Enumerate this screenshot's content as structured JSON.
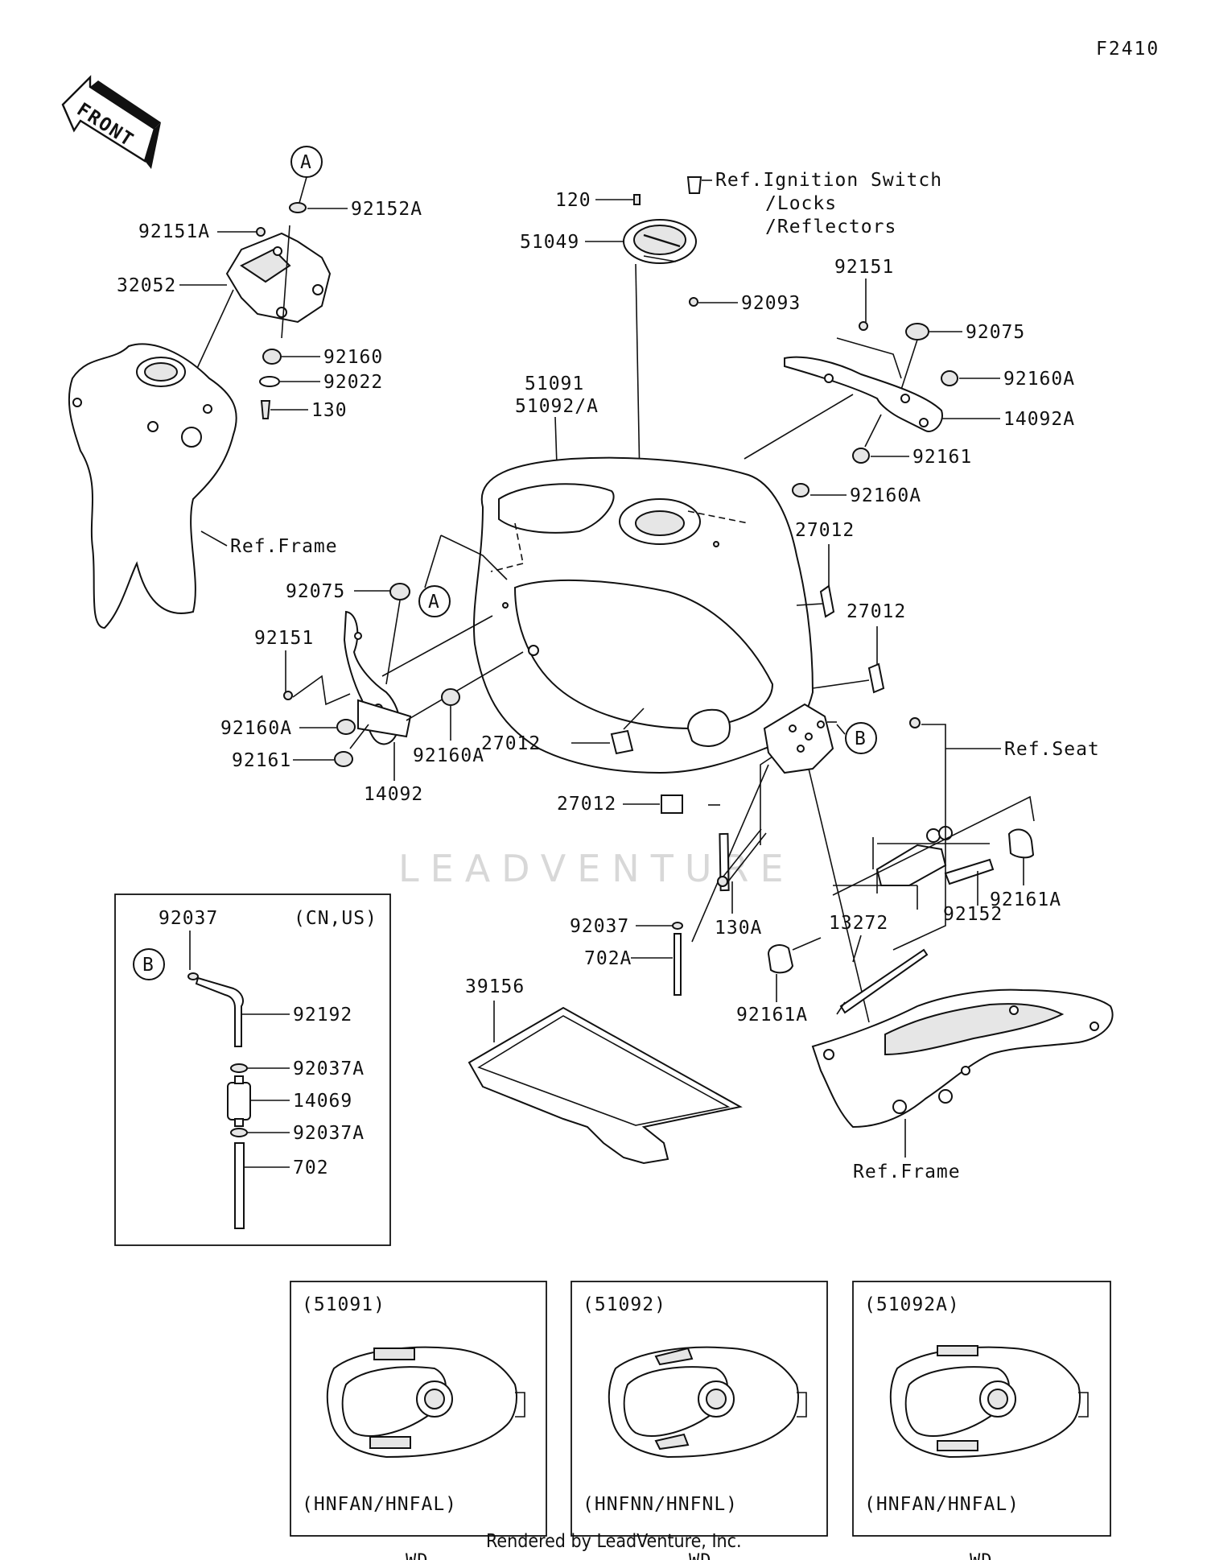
{
  "code": "F2410",
  "front_label": "FRONT",
  "footer": "Rendered by LeadVenture, Inc.",
  "watermark": "LEADVENTURE",
  "refs": {
    "ignition_line1": "Ref.Ignition Switch",
    "ignition_line2": "/Locks",
    "ignition_line3": "/Reflectors",
    "frame_top": "Ref.Frame",
    "frame_bottom": "Ref.Frame",
    "seat": "Ref.Seat"
  },
  "callouts": {
    "a": "A",
    "b": "B"
  },
  "parts": {
    "p92152A": "92152A",
    "p92151A": "92151A",
    "p32052": "32052",
    "p92160_top": "92160",
    "p92022": "92022",
    "p130": "130",
    "p120": "120",
    "p51049": "51049",
    "p92093": "92093",
    "p92151_right": "92151",
    "p92075_right": "92075",
    "p92160A_r1": "92160A",
    "p14092A": "14092A",
    "p92161_right": "92161",
    "p51091": "51091",
    "p51092A": "51092/A",
    "p92160A_r2": "92160A",
    "p27012_a": "27012",
    "p27012_b": "27012",
    "p92075_left": "92075",
    "p92151_left": "92151",
    "p92160A_l1": "92160A",
    "p92161_left": "92161",
    "p92160A_l2": "92160A",
    "p14092": "14092",
    "p27012_c": "27012",
    "p27012_d": "27012",
    "p130A": "130A",
    "p92037": "92037",
    "p702A": "702A",
    "p92161A_r": "92161A",
    "p92152": "92152",
    "p13272": "13272",
    "p92161A_l": "92161A",
    "p39156": "39156"
  },
  "inset": {
    "region": "(CN,US)",
    "p92037": "92037",
    "p92192": "92192",
    "p92037A_1": "92037A",
    "p14069": "14069",
    "p92037A_2": "92037A",
    "p702": "702"
  },
  "variants": [
    {
      "code": "(51091)",
      "models": "(HNFAN/HNFAL)",
      "note": "WD"
    },
    {
      "code": "(51092)",
      "models": "(HNFNN/HNFNL)",
      "note": "WD"
    },
    {
      "code": "(51092A)",
      "models": "(HNFAN/HNFAL)",
      "note": "WD"
    }
  ]
}
